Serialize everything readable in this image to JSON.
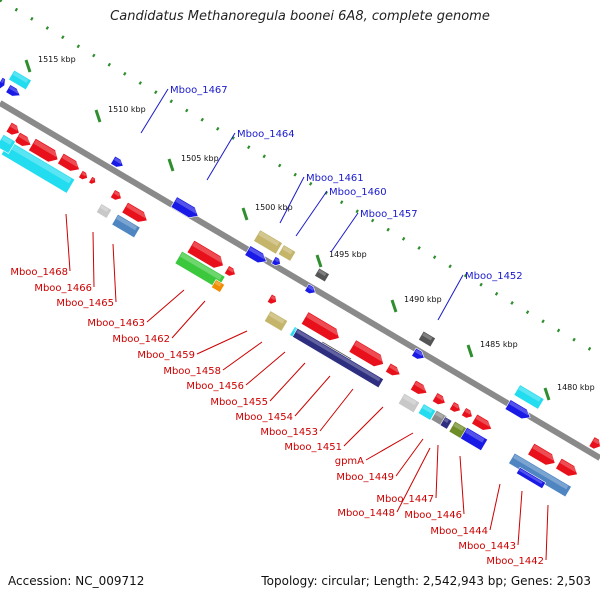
{
  "title": "Candidatus Methanoregula boonei 6A8, complete genome",
  "footer": {
    "accession": "Accession: NC_009712",
    "topology": "Topology: circular; Length: 2,542,943 bp; Genes: 2,503"
  },
  "colors": {
    "backbone": "#8a8a8a",
    "ruler": "#2f8f2f",
    "plus_labels": "#1a1acc",
    "minus_labels": "#cc0000"
  },
  "kbp_ticks": [
    "1515 kbp",
    "1510 kbp",
    "1505 kbp",
    "1500 kbp",
    "1495 kbp",
    "1490 kbp",
    "1485 kbp",
    "1480 kbp"
  ],
  "plus_strand_labels": [
    "Mboo_1467",
    "Mboo_1464",
    "Mboo_1461",
    "Mboo_1460",
    "Mboo_1457",
    "Mboo_1452"
  ],
  "minus_strand_labels": [
    "Mboo_1468",
    "Mboo_1466",
    "Mboo_1465",
    "Mboo_1463",
    "Mboo_1462",
    "Mboo_1459",
    "Mboo_1458",
    "Mboo_1456",
    "Mboo_1455",
    "Mboo_1454",
    "Mboo_1453",
    "Mboo_1451",
    "gpmA",
    "Mboo_1449",
    "Mboo_1447",
    "Mboo_1448",
    "Mboo_1446",
    "Mboo_1444",
    "Mboo_1443",
    "Mboo_1442"
  ],
  "gene_colors": {
    "red": "#e8101a",
    "blue": "#1a1ae6",
    "cyan": "#22dcef",
    "steel": "#4f86c2",
    "khaki": "#c4b56a",
    "gray": "#8c8c8c",
    "darkgray": "#555555",
    "silver": "#c8c8c8",
    "green": "#3cc83c",
    "orange": "#f08c00",
    "navy": "#2e2e80",
    "olive": "#6e8c28"
  }
}
